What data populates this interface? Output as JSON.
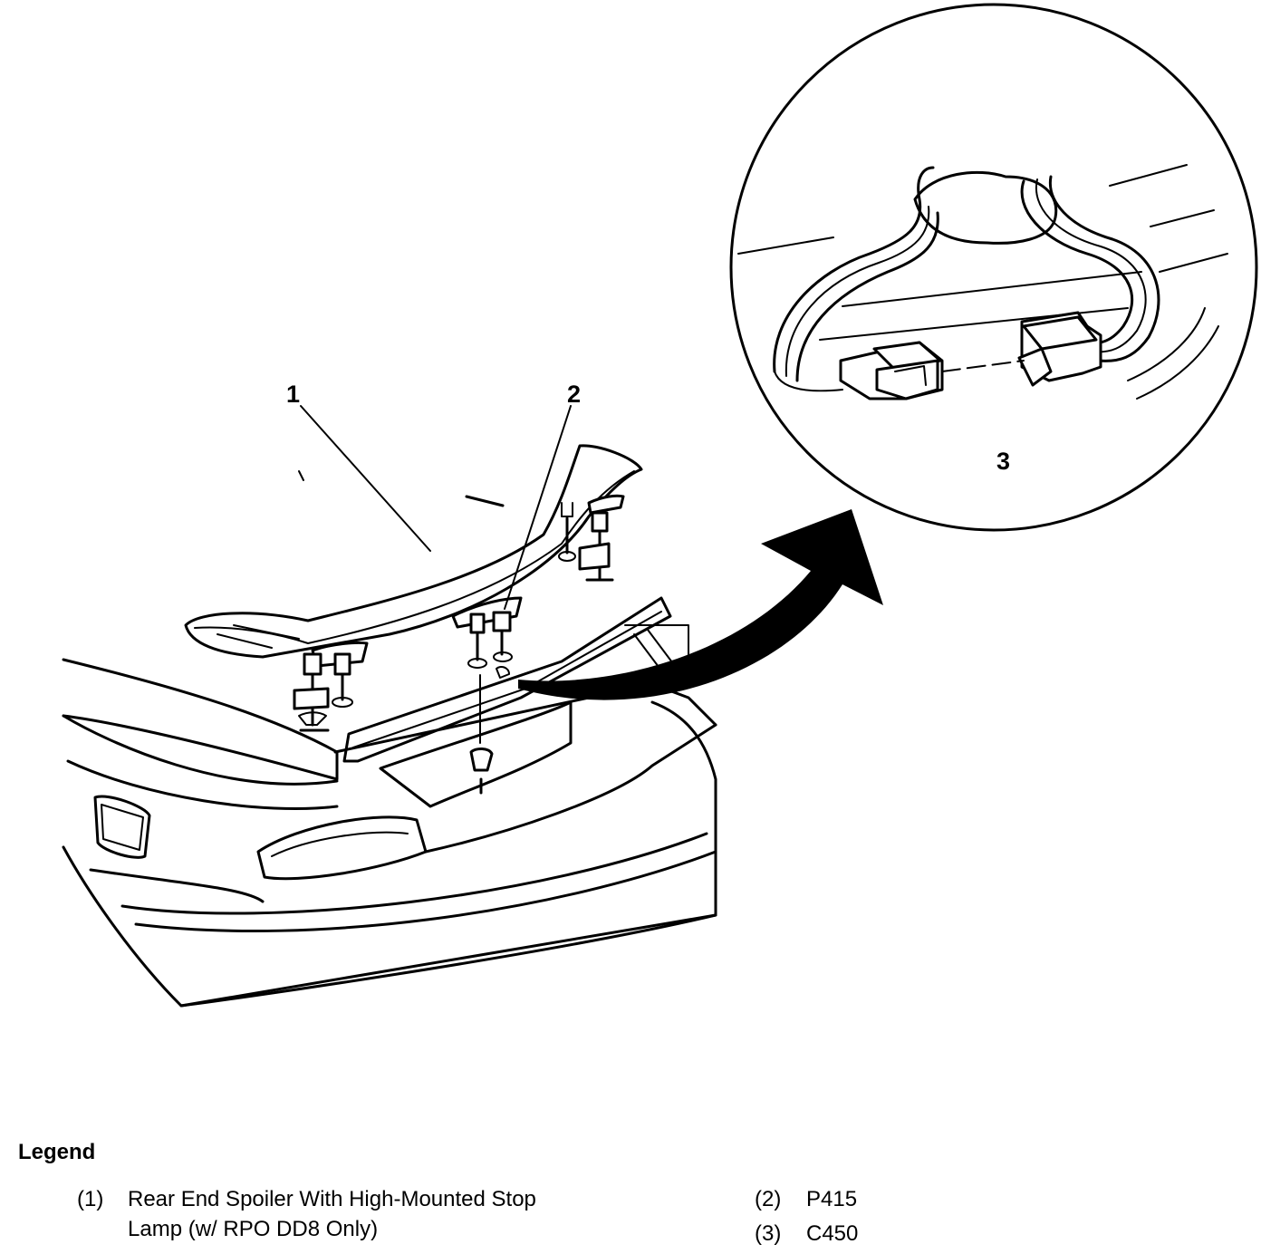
{
  "callouts": [
    {
      "id": 1,
      "label": "1"
    },
    {
      "id": 2,
      "label": "2"
    },
    {
      "id": 3,
      "label": "3"
    }
  ],
  "legend": {
    "title": "Legend",
    "items": [
      {
        "num": "(1)",
        "line1": "Rear End Spoiler With High-Mounted Stop",
        "line2": "Lamp (w/ RPO DD8 Only)"
      },
      {
        "num": "(2)",
        "line1": "P415"
      },
      {
        "num": "(3)",
        "line1": "C450"
      }
    ]
  }
}
